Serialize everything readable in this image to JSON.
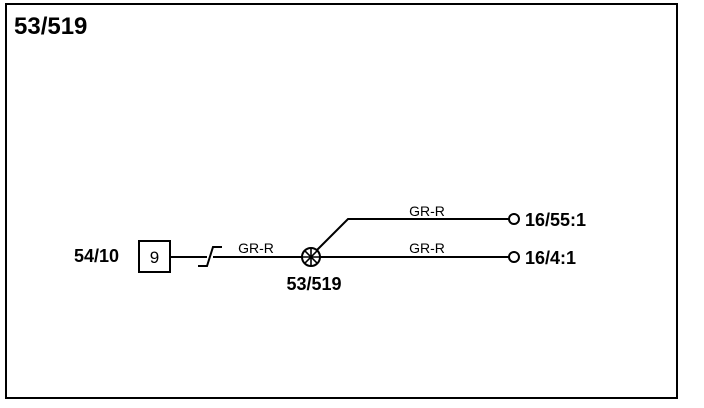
{
  "title": "53/519",
  "source": {
    "label": "54/10",
    "pin": "9"
  },
  "splice": {
    "label": "53/519"
  },
  "wires": {
    "input_color": "GR-R",
    "upper_color": "GR-R",
    "lower_color": "GR-R"
  },
  "terminals": {
    "upper": "16/55:1",
    "lower": "16/4:1"
  }
}
